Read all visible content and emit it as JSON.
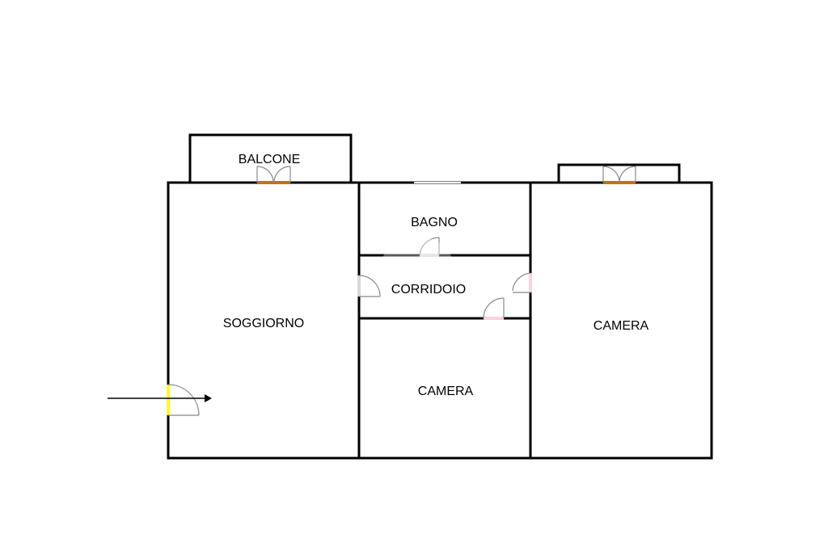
{
  "colors": {
    "soggiorno": "#ffff00",
    "bagno": "#d4e9fb",
    "corridoio": "#d9d9d9",
    "camera": "#ffd1dc",
    "balcone": "#b87800",
    "wall": "#000000",
    "door": "#888888"
  },
  "rooms": {
    "balcone_left": {
      "label": "BALCONE"
    },
    "balcone_right": {
      "label": ""
    },
    "soggiorno": {
      "label": "SOGGIORNO"
    },
    "bagno": {
      "label": "BAGNO"
    },
    "corridoio": {
      "label": "CORRIDOIO"
    },
    "camera_small": {
      "label": "CAMERA"
    },
    "camera_large": {
      "label": "CAMERA"
    }
  },
  "entrance": {
    "icon": "entrance-arrow-icon"
  },
  "doors": {
    "icon": "door-swing-icon"
  }
}
